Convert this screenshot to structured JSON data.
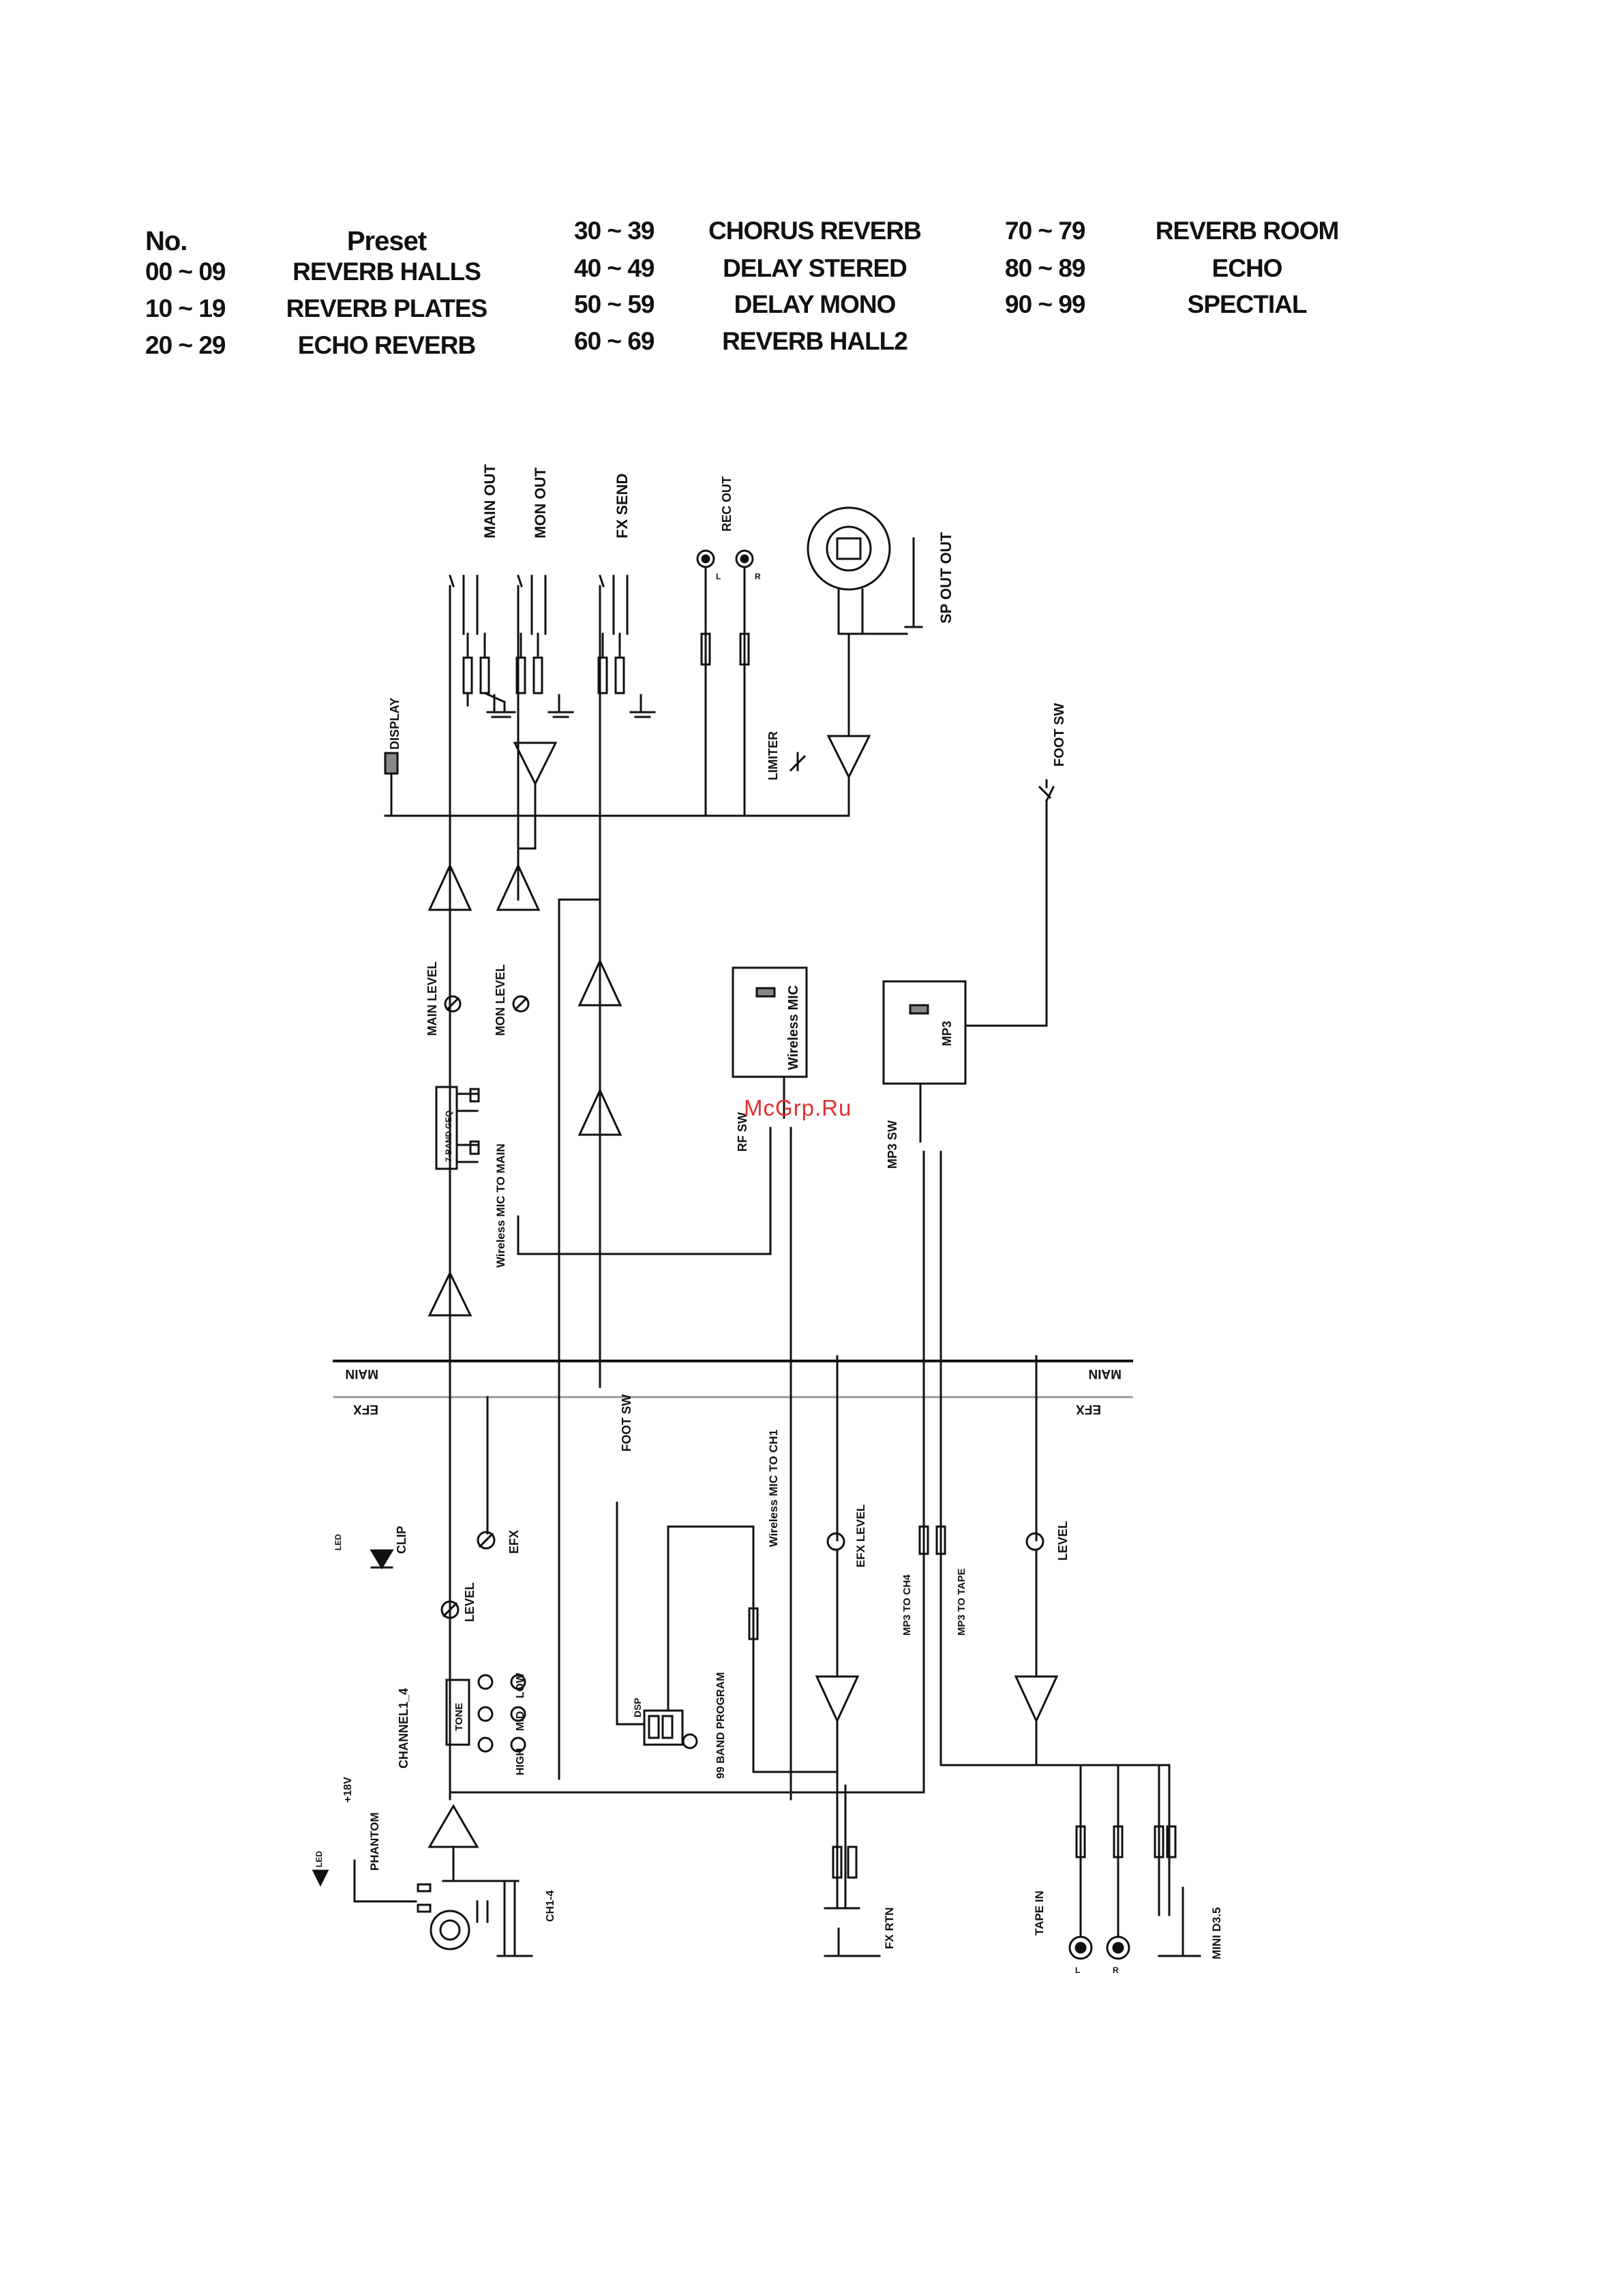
{
  "preset_table": {
    "headers": {
      "no": "No.",
      "preset": "Preset"
    },
    "rows": [
      {
        "no": "00 ~ 09",
        "preset": "REVERB HALLS"
      },
      {
        "no": "10 ~ 19",
        "preset": "REVERB PLATES"
      },
      {
        "no": "20 ~ 29",
        "preset": "ECHO REVERB"
      },
      {
        "no": "30 ~ 39",
        "preset": "CHORUS REVERB"
      },
      {
        "no": "40 ~ 49",
        "preset": "DELAY STERED"
      },
      {
        "no": "50 ~ 59",
        "preset": "DELAY MONO"
      },
      {
        "no": "60 ~ 69",
        "preset": "REVERB HALL2"
      },
      {
        "no": "70 ~ 79",
        "preset": "REVERB ROOM"
      },
      {
        "no": "80 ~ 89",
        "preset": "ECHO"
      },
      {
        "no": "90 ~ 99",
        "preset": "SPECTIAL"
      }
    ]
  },
  "diagram": {
    "outputs": {
      "main_out": "MAIN OUT",
      "mon_out": "MON OUT",
      "fx_send": "FX SEND",
      "rec_out": "REC OUT",
      "sp_out": "SP OUT OUT",
      "l": "L",
      "r": "R"
    },
    "display": "DISPLAY",
    "limiter": "LIMITER",
    "foot_sw": "FOOT SW",
    "main_level": "MAIN LEVEL",
    "mon_level": "MON LEVEL",
    "geq": "7-BAND GEQ",
    "wireless_mic": "Wireless MIC",
    "mp3": "MP3",
    "rf_sw": "RF SW",
    "mp3_sw": "MP3 SW",
    "wireless_to_main": "Wireless MIC TO MAIN",
    "main_bus": "MAIN",
    "efx_bus": "EFX",
    "wireless_to_ch1": "Wireless MIC TO CH1",
    "clip": "CLIP",
    "efx": "EFX",
    "level": "LEVEL",
    "efx_level": "EFX LEVEL",
    "mp3_to_ch4": "MP3 TO CH4",
    "mp3_to_tape": "MP3 TO TAPE",
    "channel": "CHANNEL1_4",
    "tone": "TONE",
    "high": "HIGH",
    "mid": "MID",
    "low": "LOW",
    "dsp": "DSP",
    "band_program": "99 BAND PROGRAM",
    "phantom": "PHANTOM",
    "plus18v": "+18V",
    "ch": "CH1-4",
    "fx_rtn": "FX RTN",
    "tape_in": "TAPE IN",
    "mini": "MINI D3.5",
    "led": "LED"
  },
  "watermark": "McGrp.Ru"
}
